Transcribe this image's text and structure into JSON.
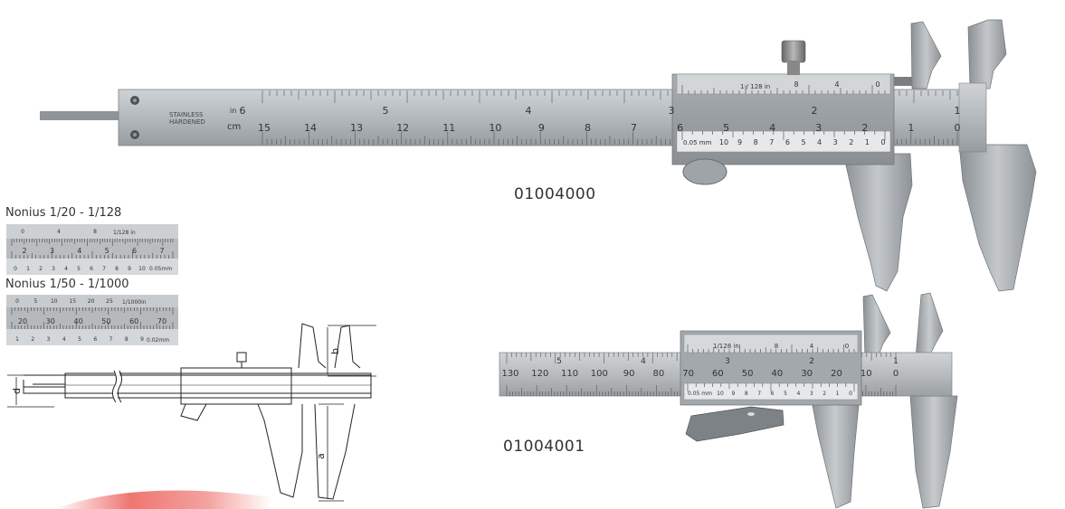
{
  "products": [
    {
      "code": "01004000"
    },
    {
      "code": "01004001"
    }
  ],
  "nonius": [
    {
      "label": "Nonius 1/20 - 1/128"
    },
    {
      "label": "Nonius 1/50 - 1/1000"
    }
  ],
  "caliper_large": {
    "brand_line1": "STAINLESS",
    "brand_line2": "HARDENED",
    "unit_in": "in",
    "unit_cm": "cm",
    "vernier_top": "1 / 128 in",
    "vernier_bottom": "0.05 mm",
    "cm_numbers": [
      "15",
      "14",
      "13",
      "12",
      "11",
      "10",
      "9",
      "8",
      "7",
      "6",
      "5",
      "4",
      "3",
      "2",
      "1",
      "0"
    ],
    "in_numbers": [
      "6",
      "5",
      "4",
      "3",
      "2",
      "1"
    ],
    "vernier_top_numbers": [
      "8",
      "4",
      "0"
    ],
    "vernier_bottom_numbers": [
      "10",
      "9",
      "8",
      "7",
      "6",
      "5",
      "4",
      "3",
      "2",
      "1",
      "0"
    ]
  },
  "caliper_small": {
    "vernier_top": "1/128 in",
    "vernier_bottom": "0.05 mm",
    "mm_numbers": [
      "130",
      "120",
      "110",
      "100",
      "90",
      "80",
      "70",
      "60",
      "50",
      "40",
      "30",
      "20",
      "10",
      "0"
    ],
    "in_numbers": [
      "5",
      "4",
      "3",
      "2",
      "1"
    ],
    "vernier_top_numbers": [
      "8",
      "4",
      "0"
    ],
    "vernier_bottom_numbers": [
      "10",
      "9",
      "8",
      "7",
      "6",
      "5",
      "4",
      "3",
      "2",
      "1",
      "0"
    ]
  },
  "scale_a": {
    "top_label": "1/128 in",
    "bottom_label": "0.05mm",
    "top_numbers": [
      "0",
      "4",
      "8"
    ],
    "mid_numbers": [
      "2",
      "3",
      "4",
      "5",
      "6",
      "7"
    ],
    "bottom_numbers": [
      "0",
      "1",
      "2",
      "3",
      "4",
      "5",
      "6",
      "7",
      "8",
      "9",
      "10"
    ]
  },
  "scale_b": {
    "top_label": "1/1000in",
    "bottom_label": "0.02mm",
    "top_numbers": [
      "0",
      "5",
      "10",
      "15",
      "20",
      "25"
    ],
    "mid_numbers": [
      "20",
      "30",
      "40",
      "50",
      "60",
      "70"
    ],
    "bottom_numbers": [
      "1",
      "2",
      "3",
      "4",
      "5",
      "6",
      "7",
      "8",
      "9"
    ]
  },
  "diagram": {
    "label_a": "a",
    "label_b": "b",
    "label_d": "d"
  }
}
